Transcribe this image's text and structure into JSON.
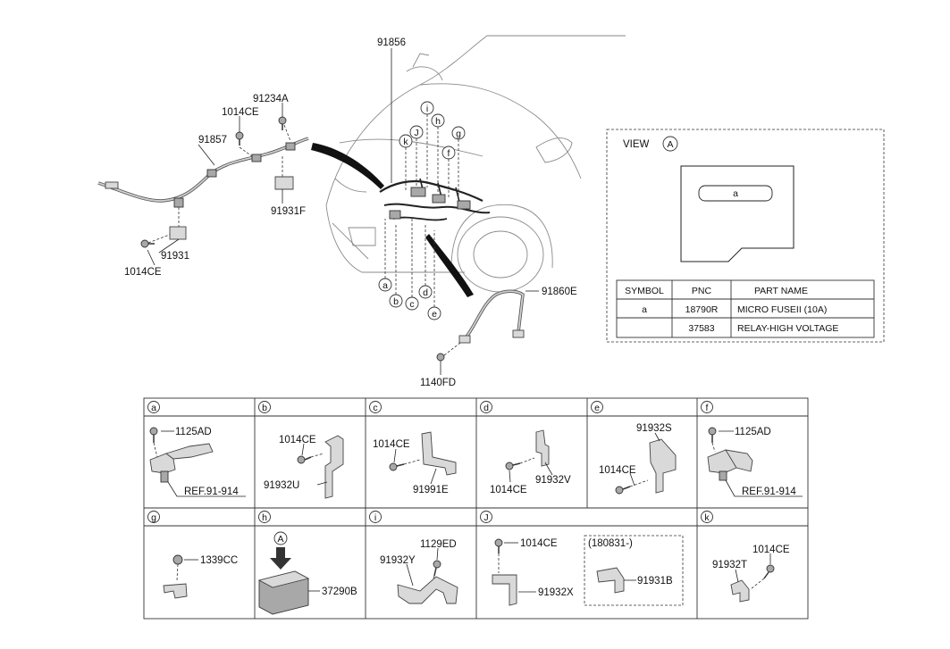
{
  "main": {
    "labels": {
      "p91856": "91856",
      "p91234A": "91234A",
      "p1014CE_top": "1014CE",
      "p91857": "91857",
      "p91931F": "91931F",
      "p91931": "91931",
      "p1014CE_left": "1014CE",
      "p91860E": "91860E",
      "p1140FD": "1140FD"
    },
    "callouts": [
      "a",
      "b",
      "c",
      "d",
      "e",
      "i",
      "h",
      "J",
      "k",
      "g",
      "f"
    ]
  },
  "view": {
    "title": "VIEW",
    "marker": "A",
    "slot_label": "a",
    "table": {
      "headers": [
        "SYMBOL",
        "PNC",
        "PART NAME"
      ],
      "rows": [
        [
          "a",
          "18790R",
          "MICRO FUSEII (10A)"
        ],
        [
          "",
          "37583",
          "RELAY-HIGH VOLTAGE"
        ]
      ]
    }
  },
  "grid": {
    "cells": [
      {
        "key": "a",
        "labels": [
          "1125AD",
          "REF.91-914"
        ]
      },
      {
        "key": "b",
        "labels": [
          "1014CE",
          "91932U"
        ]
      },
      {
        "key": "c",
        "labels": [
          "1014CE",
          "91991E"
        ]
      },
      {
        "key": "d",
        "labels": [
          "1014CE",
          "91932V"
        ]
      },
      {
        "key": "e",
        "labels": [
          "91932S",
          "1014CE"
        ]
      },
      {
        "key": "f",
        "labels": [
          "1125AD",
          "REF.91-914"
        ]
      },
      {
        "key": "g",
        "labels": [
          "1339CC"
        ]
      },
      {
        "key": "h",
        "labels": [
          "A",
          "37290B"
        ]
      },
      {
        "key": "i",
        "labels": [
          "1129ED",
          "91932Y"
        ]
      },
      {
        "key": "J",
        "labels": [
          "1014CE",
          "91932X",
          "(180831-)",
          "91931B"
        ]
      },
      {
        "key": "k",
        "labels": [
          "1014CE",
          "91932T"
        ]
      }
    ]
  }
}
